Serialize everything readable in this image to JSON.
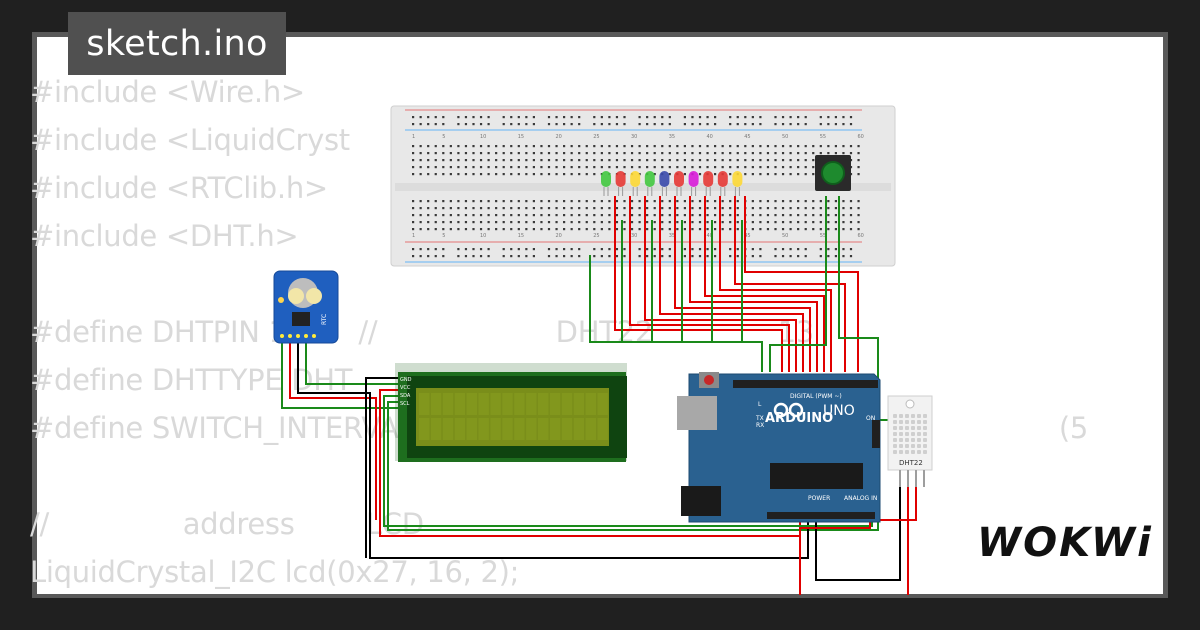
{
  "title": "sketch.ino",
  "code_lines": [
    "#include <Wire.h>",
    "#include <LiquidCryst",
    "#include <RTClib.h>",
    "#include <DHT.h>",
    "",
    "#define DHTPIN 13      //                    DHT22              13",
    "#define DHTTYPE DHT",
    "#define SWITCH_INTERVAL 5000 //                                                            (5",
    "",
    "//               address        LCD",
    "LiquidCrystal_I2C lcd(0x27, 16, 2);"
  ],
  "logo": "WOKWi",
  "components": {
    "arduino": {
      "brand": "ARDUINO",
      "model": "UNO",
      "digital_label": "DIGITAL (PWM ~)",
      "power_label": "POWER",
      "analog_label": "ANALOG IN",
      "tx": "TX",
      "rx": "RX",
      "on": "ON",
      "l": "L"
    },
    "dht": {
      "label": "DHT22"
    },
    "rtc": {
      "label": "RTC"
    },
    "lcd_pins": [
      "GND",
      "VCC",
      "SDA",
      "SCL"
    ],
    "breadboard_numbers": [
      "1",
      "5",
      "10",
      "15",
      "20",
      "25",
      "30",
      "35",
      "40",
      "45",
      "50",
      "55",
      "60"
    ]
  },
  "colors": {
    "background": "#202020",
    "title_tab": "#505050",
    "code_text": "#d9d9d9",
    "arduino_blue": "#2a6190",
    "lcd_green": "#7a8e1a",
    "wire_red": "#e00000",
    "wire_green": "#1a8a1a",
    "wire_black": "#000000"
  },
  "leds": [
    "green",
    "red",
    "yellow",
    "green",
    "blue",
    "red",
    "magenta",
    "red",
    "red",
    "yellow"
  ]
}
